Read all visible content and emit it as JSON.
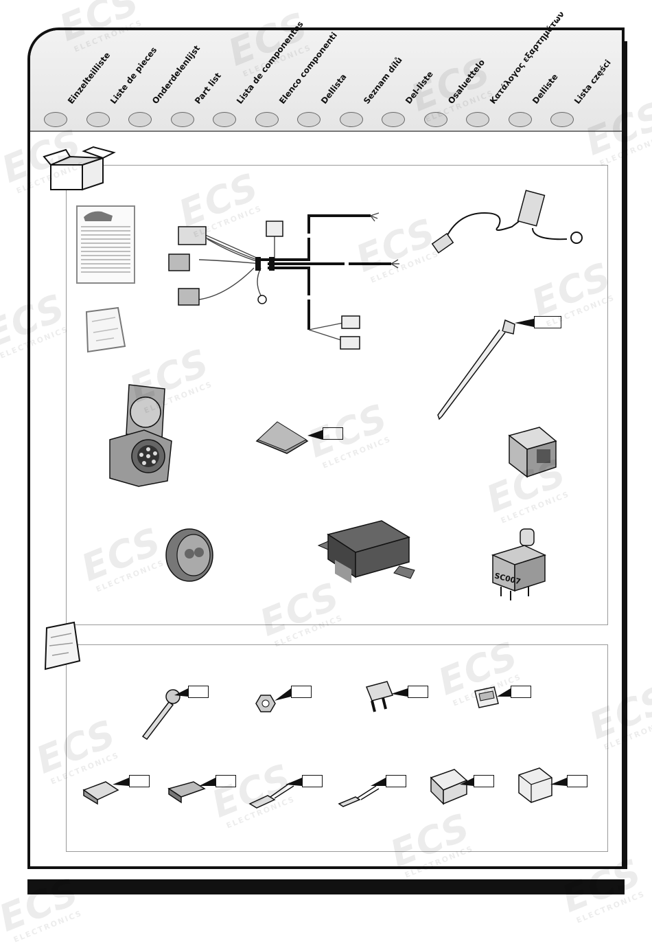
{
  "languages": [
    "Einzelteilliste",
    "Liste de pieces",
    "Onderdelenlijst",
    "Part list",
    "Lista de componentes",
    "Elenco componenti",
    "Dellista",
    "Seznam dílů",
    "Del-liste",
    "Osaluettelo",
    "Κατάλογος εξαρτημάτων",
    "Delliste",
    "Lista części"
  ],
  "sticker": {
    "relay_code": "SC007"
  },
  "watermark": {
    "brand": "ECS",
    "sub": "ELECTRONICS"
  },
  "colors": {
    "frame": "#111111",
    "panel_border": "#999999",
    "header_bg": "#e8e8e8",
    "oval": "#d6d6d6"
  },
  "icons": [
    "box-icon",
    "bag-icon"
  ]
}
